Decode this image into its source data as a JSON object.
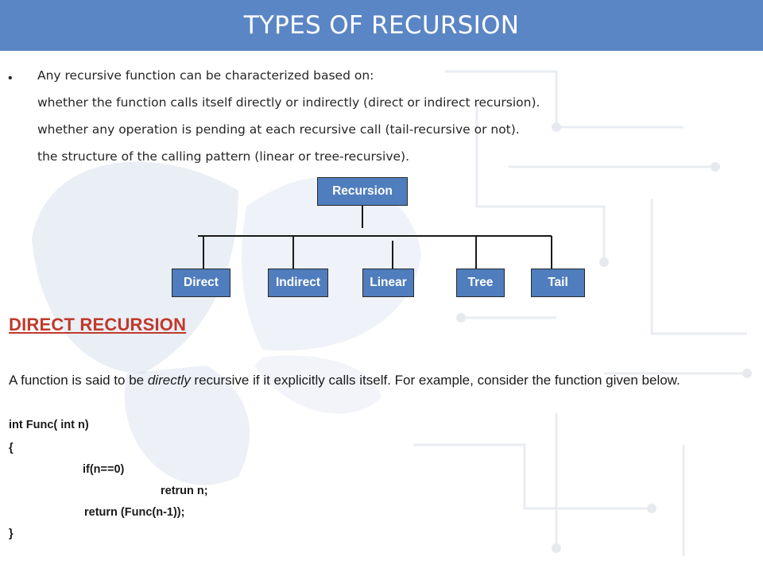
{
  "slide": {
    "title": "TYPES OF RECURSION",
    "bullet_symbol": "•",
    "bullet_lines": [
      "Any recursive function can be characterized based on:",
      "whether the function calls itself directly or indirectly (direct or indirect recursion).",
      "whether any operation is pending at each recursive call (tail-recursive or not).",
      "the structure of the calling pattern (linear or tree-recursive)."
    ],
    "tree": {
      "root": "Recursion",
      "children": [
        "Direct",
        "Indirect",
        "Linear",
        "Tree",
        "Tail"
      ]
    },
    "section_heading": "DIRECT RECURSION",
    "paragraph": {
      "before": "A function is said to be ",
      "emphasis": "directly",
      "after": " recursive if it explicitly calls itself. For example, consider the function given below."
    },
    "code_lines": [
      "int Func( int n)",
      "{",
      "if(n==0)",
      "retrun n;",
      "return (Func(n-1));",
      "}"
    ]
  },
  "colors": {
    "title_bar": "#5b86c5",
    "node_fill": "#4f7dbd",
    "heading": "#c0392b"
  }
}
